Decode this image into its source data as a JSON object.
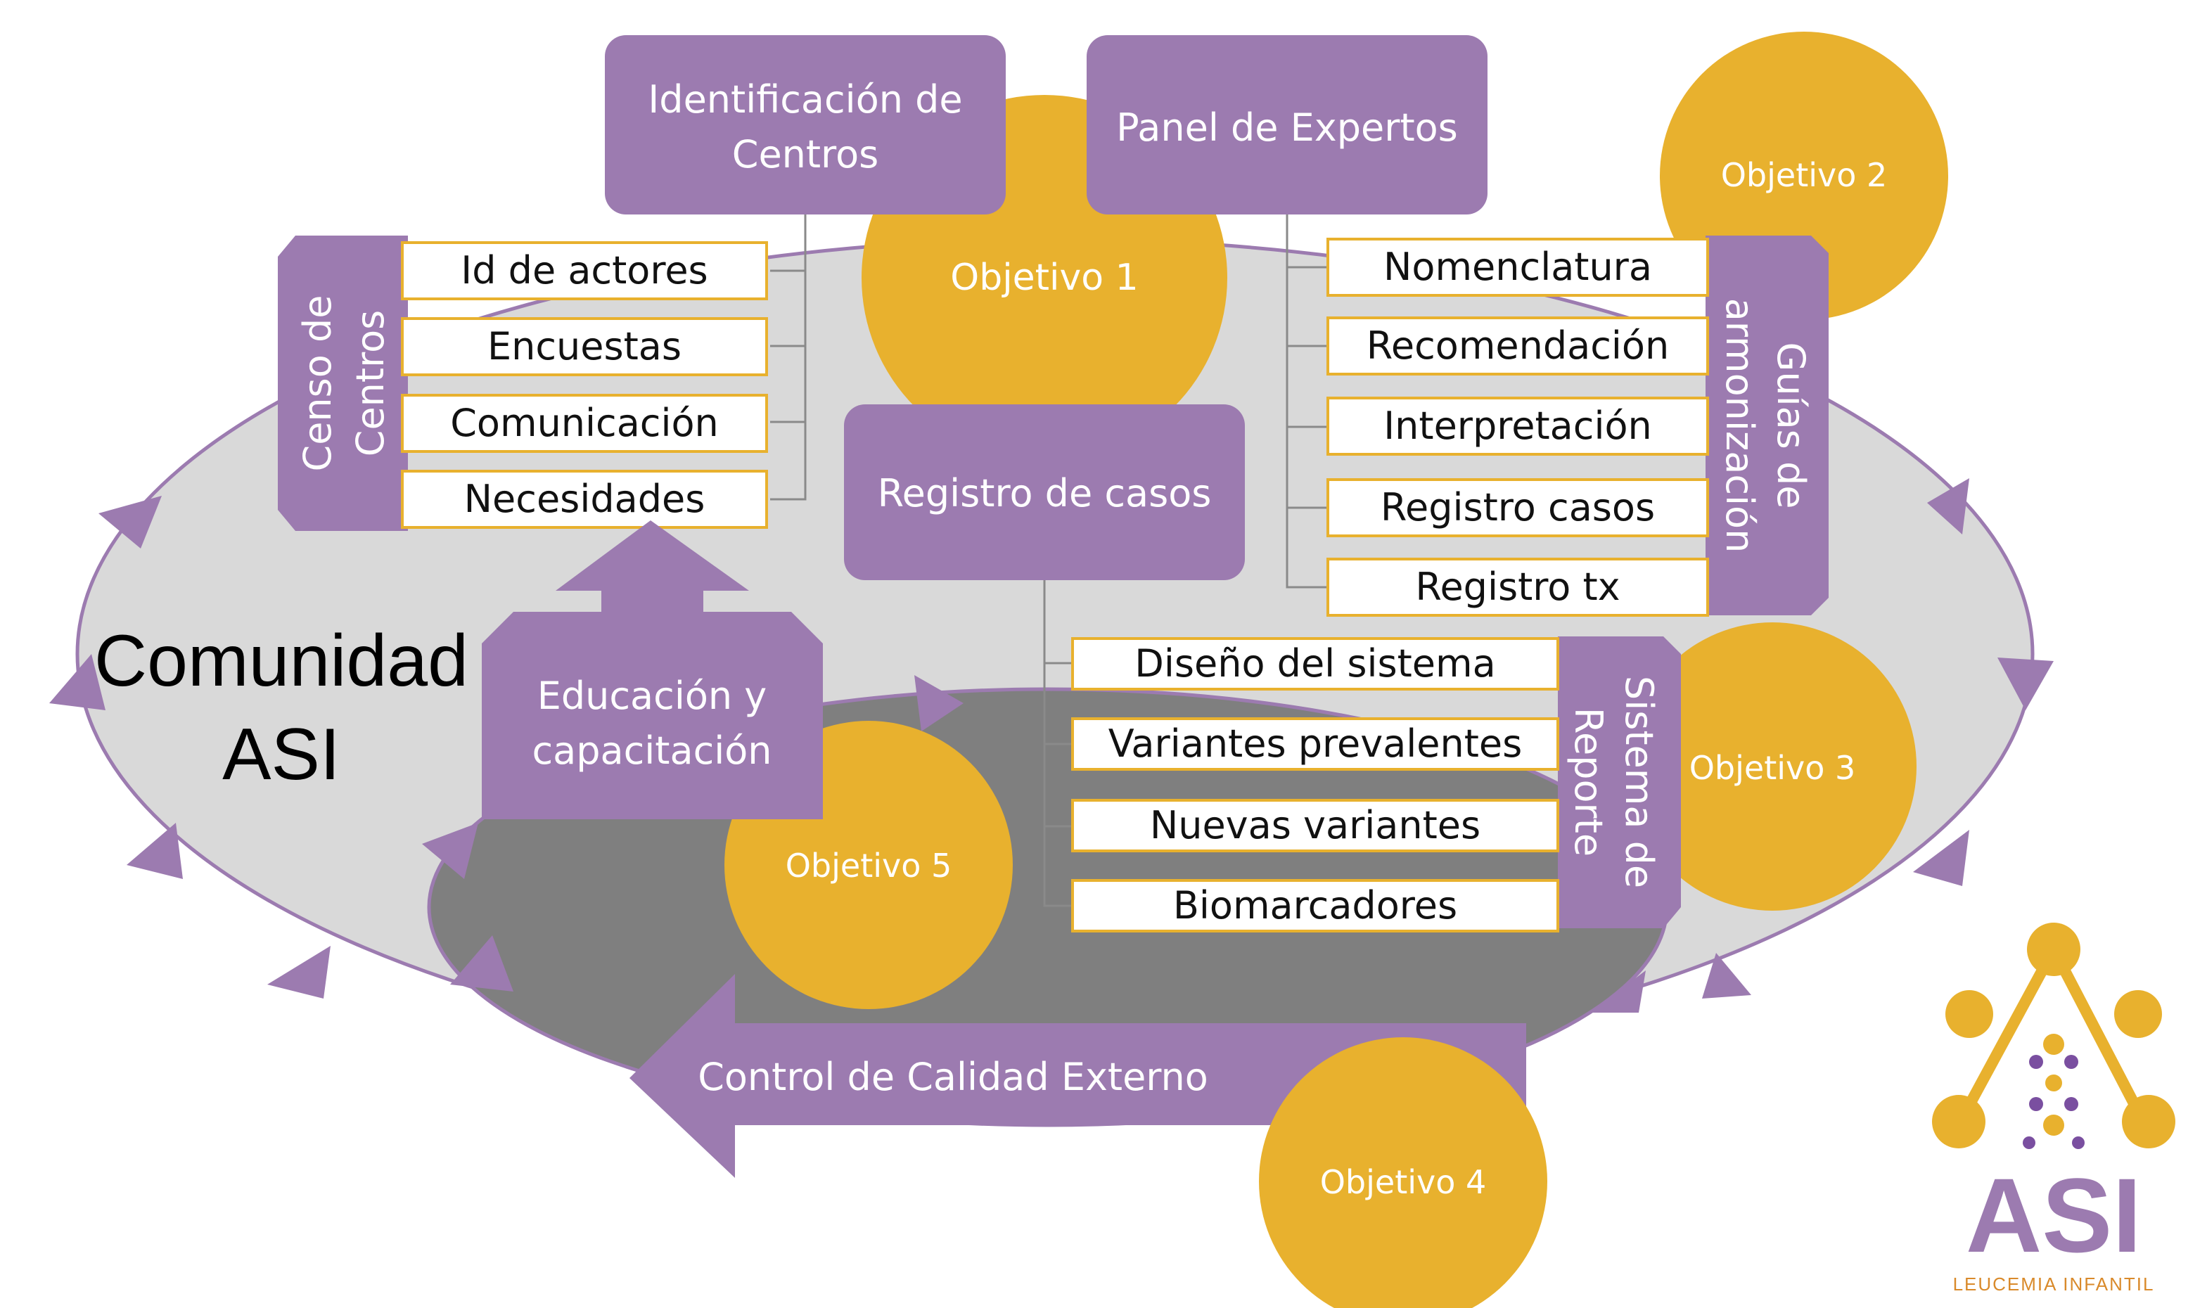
{
  "colors": {
    "purple": "#9c7bb0",
    "gold": "#e8b12e",
    "light_gray": "#d9d9d9",
    "dark_gray": "#7f7f7f",
    "box_border": "#e8b12e",
    "connector": "#8a8a8a"
  },
  "community": {
    "line1": "Comunidad",
    "line2": "ASI"
  },
  "top_boxes": {
    "identificacion": {
      "line1": "Identificación de",
      "line2": "Centros"
    },
    "panel": {
      "label": "Panel de Expertos"
    }
  },
  "registro": {
    "label": "Registro de casos"
  },
  "educacion": {
    "line1": "Educación y",
    "line2": "capacitación"
  },
  "control": {
    "label": "Control de Calidad Externo"
  },
  "censo": {
    "title_line1": "Censo de",
    "title_line2": "Centros",
    "items": [
      "Id de actores",
      "Encuestas",
      "Comunicación",
      "Necesidades"
    ]
  },
  "guias": {
    "title_line1": "Guías de",
    "title_line2": "armonización",
    "items": [
      "Nomenclatura",
      "Recomendación",
      "Interpretación",
      "Registro casos",
      "Registro tx"
    ]
  },
  "sistema": {
    "title_line1": "Sistema de",
    "title_line2": "Reporte",
    "items": [
      "Diseño del sistema",
      "Variantes prevalentes",
      "Nuevas variantes",
      "Biomarcadores"
    ]
  },
  "objetivos": {
    "o1": "Objetivo 1",
    "o2": "Objetivo 2",
    "o3": "Objetivo 3",
    "o4": "Objetivo 4",
    "o5": "Objetivo 5"
  },
  "logo": {
    "title": "ASI",
    "subtitle": "LEUCEMIA INFANTIL",
    "icon": "molecule-logo-icon"
  }
}
